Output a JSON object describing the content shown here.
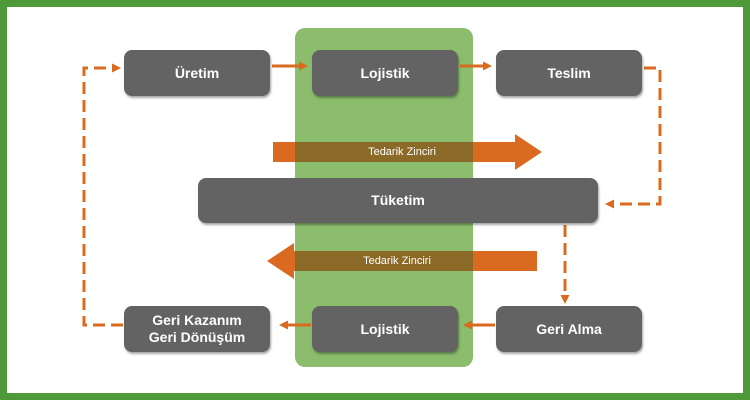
{
  "diagram": {
    "nodes": {
      "production": "Üretim",
      "logistics_top": "Lojistik",
      "delivery": "Teslim",
      "consumption": "Tüketim",
      "recovery": "Geri Kazanım\nGeri Dönüşüm",
      "logistics_bottom": "Lojistik",
      "return": "Geri Alma"
    },
    "arrows": {
      "supply_chain_forward": "Tedarik Zinciri",
      "supply_chain_reverse": "Tedarik Zinciri"
    },
    "colors": {
      "frame": "#4e9a3a",
      "logistics_band": "#8bbd6d",
      "box": "#636363",
      "arrow": "#d96a1f"
    }
  }
}
